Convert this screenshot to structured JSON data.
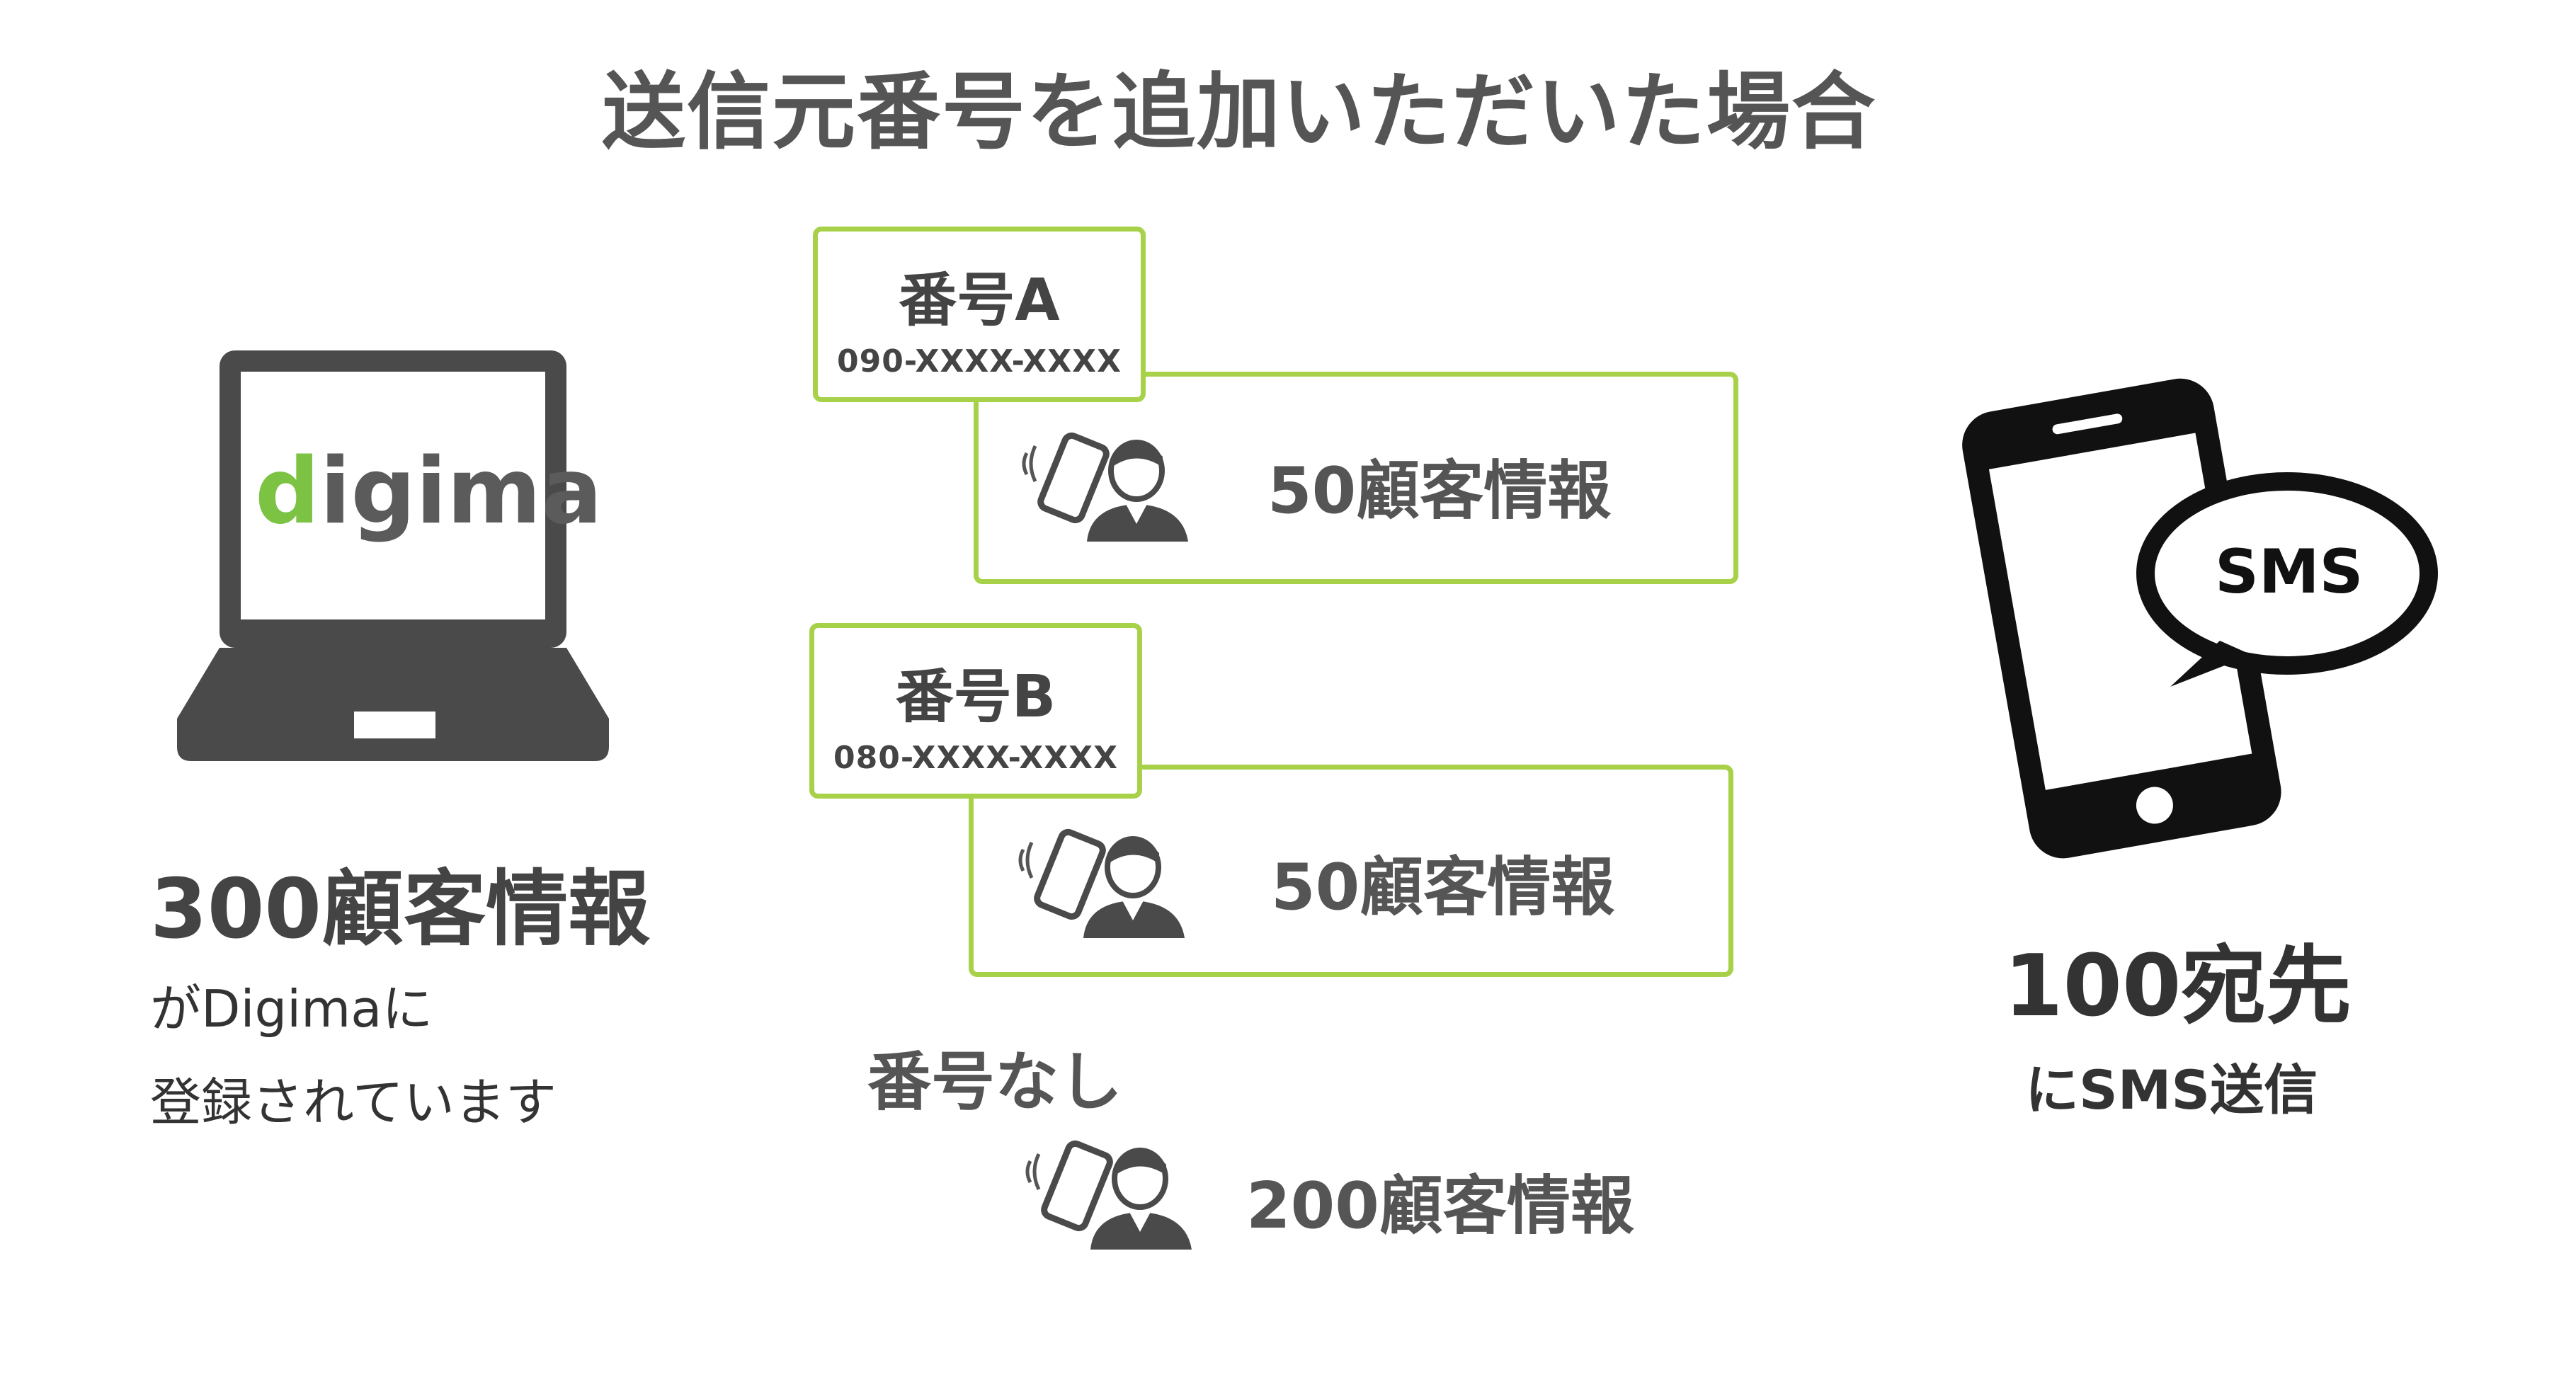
{
  "title": "送信元番号を追加いただいた場合",
  "logo": {
    "mark": "d",
    "rest": "igima"
  },
  "left": {
    "count": "300顧客情報",
    "line1": "がDigimaに",
    "line2": "登録されています"
  },
  "segments": [
    {
      "label": "番号A",
      "number": "090-XXXX-XXXX",
      "info": "50顧客情報"
    },
    {
      "label": "番号B",
      "number": "080-XXXX-XXXX",
      "info": "50顧客情報"
    }
  ],
  "no_number": {
    "label": "番号なし",
    "info": "200顧客情報"
  },
  "right": {
    "bubble": "SMS",
    "count": "100宛先",
    "sub": "にSMS送信"
  },
  "icons": [
    "laptop-icon",
    "smartphone-icon",
    "person-icon",
    "speech-bubble-icon"
  ],
  "colors": {
    "accent_green": "#a8d14a",
    "dark_gray": "#4a4a4a",
    "logo_green": "#7cc243"
  }
}
